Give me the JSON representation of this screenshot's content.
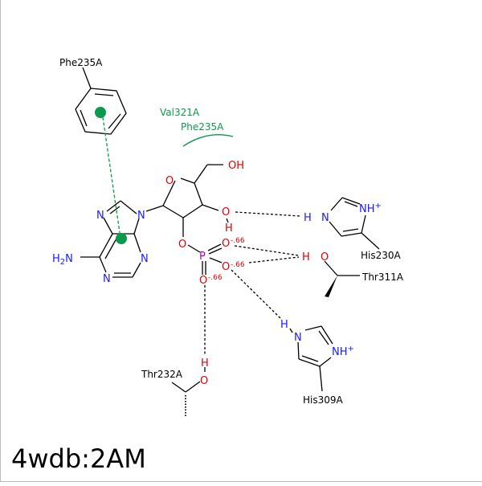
{
  "title": "4wdb:2AM",
  "colors": {
    "oxygen": "#e00000",
    "nitrogen": "#1a1aff",
    "phosphorus": "#b000b0",
    "hydrophobic": "#0a9a4e",
    "bond": "#000000"
  },
  "residues": {
    "phe_top": "Phe235A",
    "val_hydrophobic": "Val321A",
    "phe_hydrophobic": "Phe235A",
    "his230": "His230A",
    "thr311": "Thr311A",
    "his309": "His309A",
    "thr232": "Thr232A"
  },
  "atoms": {
    "hydroxyl_oh": "OH",
    "ring_o": "O",
    "o3": "O",
    "h3": "H",
    "o2": "O",
    "p": "P",
    "op1": "O",
    "op2": "O",
    "op3": "O",
    "charge": "-.66",
    "h_his230": "H",
    "n_his230": "N",
    "nh_his230": "NH",
    "plus": "+",
    "h_thr311": "H",
    "o_thr311": "O",
    "h_his309": "H",
    "n_his309": "N",
    "nh_his309": "NH",
    "h_thr232": "H",
    "o_thr232": "O",
    "n7": "N",
    "n9": "N",
    "n1": "N",
    "n3": "N",
    "nh2_h": "H",
    "nh2_sub": "2",
    "nh2_n": "N"
  }
}
